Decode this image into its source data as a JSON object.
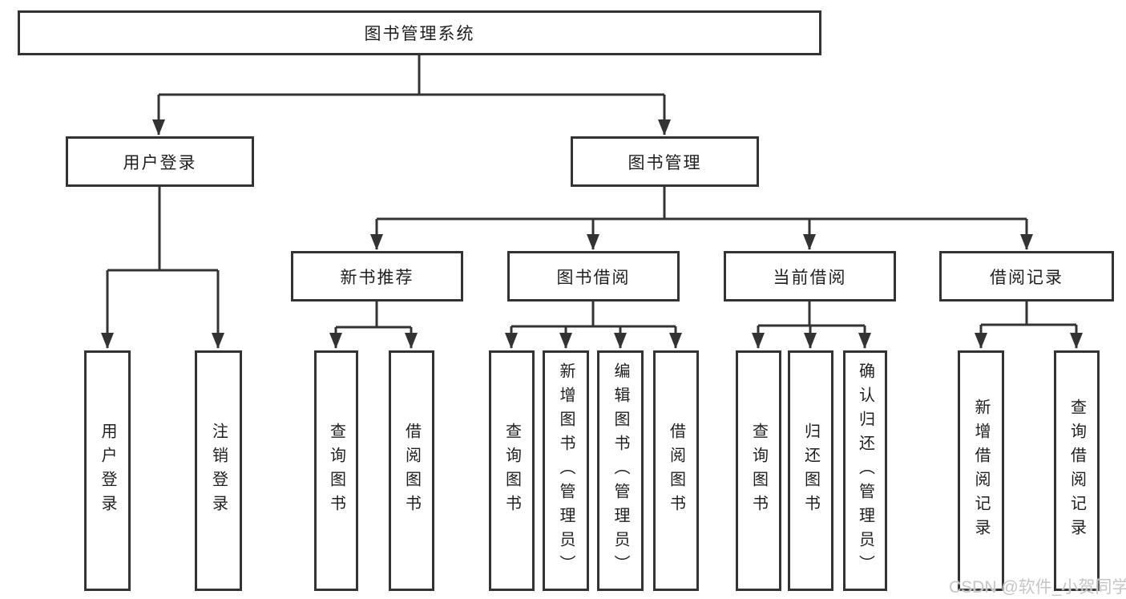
{
  "diagram": {
    "root": {
      "label": "图书管理系统"
    },
    "branches": [
      {
        "label": "用户登录",
        "children": [
          {
            "label": "用户登录"
          },
          {
            "label": "注销登录"
          }
        ]
      },
      {
        "label": "图书管理",
        "children": [
          {
            "label": "新书推荐",
            "children": [
              {
                "label": "查询图书"
              },
              {
                "label": "借阅图书"
              }
            ]
          },
          {
            "label": "图书借阅",
            "children": [
              {
                "label": "查询图书"
              },
              {
                "label": "新增图书（管理员）"
              },
              {
                "label": "编辑图书（管理员）"
              },
              {
                "label": "借阅图书"
              }
            ]
          },
          {
            "label": "当前借阅",
            "children": [
              {
                "label": "查询图书"
              },
              {
                "label": "归还图书"
              },
              {
                "label": "确认归还（管理员）"
              }
            ]
          },
          {
            "label": "借阅记录",
            "children": [
              {
                "label": "新增借阅记录"
              },
              {
                "label": "查询借阅记录"
              }
            ]
          }
        ]
      }
    ]
  },
  "watermark": {
    "text": "CSDN @软件_小贺同学"
  },
  "colors": {
    "line": "#333333",
    "text": "#1f1f1f",
    "background": "#ffffff",
    "watermark": "#c6c6c6"
  }
}
